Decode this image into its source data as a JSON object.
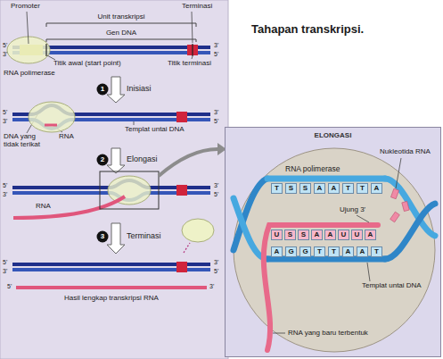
{
  "diagram": {
    "title": "Tahapan transkripsi.",
    "nodes": [
      {
        "text": [
          "1",
          "Inisiasi"
        ]
      },
      {
        "text": [
          "2",
          "Elongasi"
        ]
      },
      {
        "text": [
          "3",
          "Terminasi"
        ]
      },
      {
        "text": [
          "ELONGASI"
        ]
      },
      {
        "text": [
          "RNA polimerase"
        ],
        "in": 3
      }
    ],
    "labels": [
      "Promoter",
      "Unit transkripsi",
      "Terminasi",
      "Gen DNA",
      "5'",
      "3'",
      "3'",
      "5'",
      "Titik awal (start point)",
      "Titik terminasi",
      "RNA polimerase",
      "RNA",
      "DNA yang tidak terikat",
      "Templat untai DNA",
      "5'",
      "3'",
      "3'",
      "5'",
      "RNA",
      "5'",
      "3'",
      "3'",
      "5'",
      "5'",
      "3'",
      "3'",
      "5'",
      "5'",
      "3'",
      "Hasil lengkap transkripsi RNA",
      "Nukleotida RNA",
      "Ujung 3'",
      "Templat untai DNA",
      "RNA yang baru terbentuk",
      "T",
      "S",
      "S",
      "A",
      "A",
      "T",
      "T",
      "A",
      "U",
      "S",
      "S",
      "A",
      "A",
      "U",
      "U",
      "A",
      "A",
      "G",
      "G",
      "T",
      "T",
      "A",
      "A",
      "T"
    ]
  }
}
